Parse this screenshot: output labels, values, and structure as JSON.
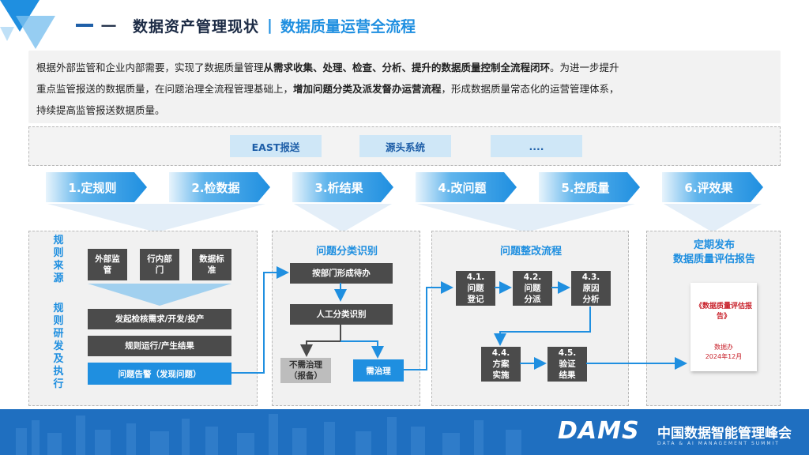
{
  "header": {
    "title_main": "一　数据资产管理现状",
    "title_sep": "|",
    "title_sub": "数据质量运营全流程"
  },
  "intro": {
    "p1": "根据外部监管和企业内部需要，实现了数据质量管理",
    "p1_bold": "从需求收集、处理、检查、分析、提升的数据质量控制全流程闭环",
    "p1_end": "。为进一步提升",
    "p2": "重点监管报送的数据质量，在问题治理全流程管理基础上，",
    "p2_bold": "增加问题分类及派发督办运营流程",
    "p2_end": "，形成数据质量常态化的运营管理体系，",
    "p3": "持续提高监管报送数据质量。"
  },
  "sources": [
    "EAST报送",
    "源头系统",
    "...."
  ],
  "steps": [
    "1.定规则",
    "2.检数据",
    "3.析结果",
    "4.改问题",
    "5.控质量",
    "6.评效果"
  ],
  "panel1": {
    "vtext_a": "规则来源",
    "vtext_b": "规则研发及执行",
    "boxes": [
      "外部监管",
      "行内部门",
      "数据标准"
    ],
    "bar1": "发起检核需求/开发/投产",
    "bar2": "规则运行/产生结果",
    "bar3": "问题告警（发现问题）"
  },
  "panel2": {
    "title": "问题分类识别",
    "box1": "按部门形成待办",
    "box2": "人工分类识别",
    "box3": "不需治理（报备）",
    "box4": "需治理"
  },
  "panel3": {
    "title": "问题整改流程",
    "b1": "4.1.问题登记",
    "b2": "4.2.问题分派",
    "b3": "4.3.原因分析",
    "b4": "4.4.方案实施",
    "b5": "4.5.验证结果"
  },
  "panel4": {
    "title_line1": "定期发布",
    "title_line2": "数据质量评估报告",
    "report_title": "《数据质量评估报告》",
    "report_org": "数据办",
    "report_date": "2024年12月"
  },
  "footer": {
    "logo": "DAMS",
    "name_cn": "中国数据智能管理峰会",
    "name_en": "DATA & AI MANAGEMENT SUMMIT"
  },
  "colors": {
    "accent": "#1f8fe0",
    "dark_blue": "#1f5fa8",
    "box_dark": "#4b4b4b",
    "footer": "#1f6fc0"
  }
}
